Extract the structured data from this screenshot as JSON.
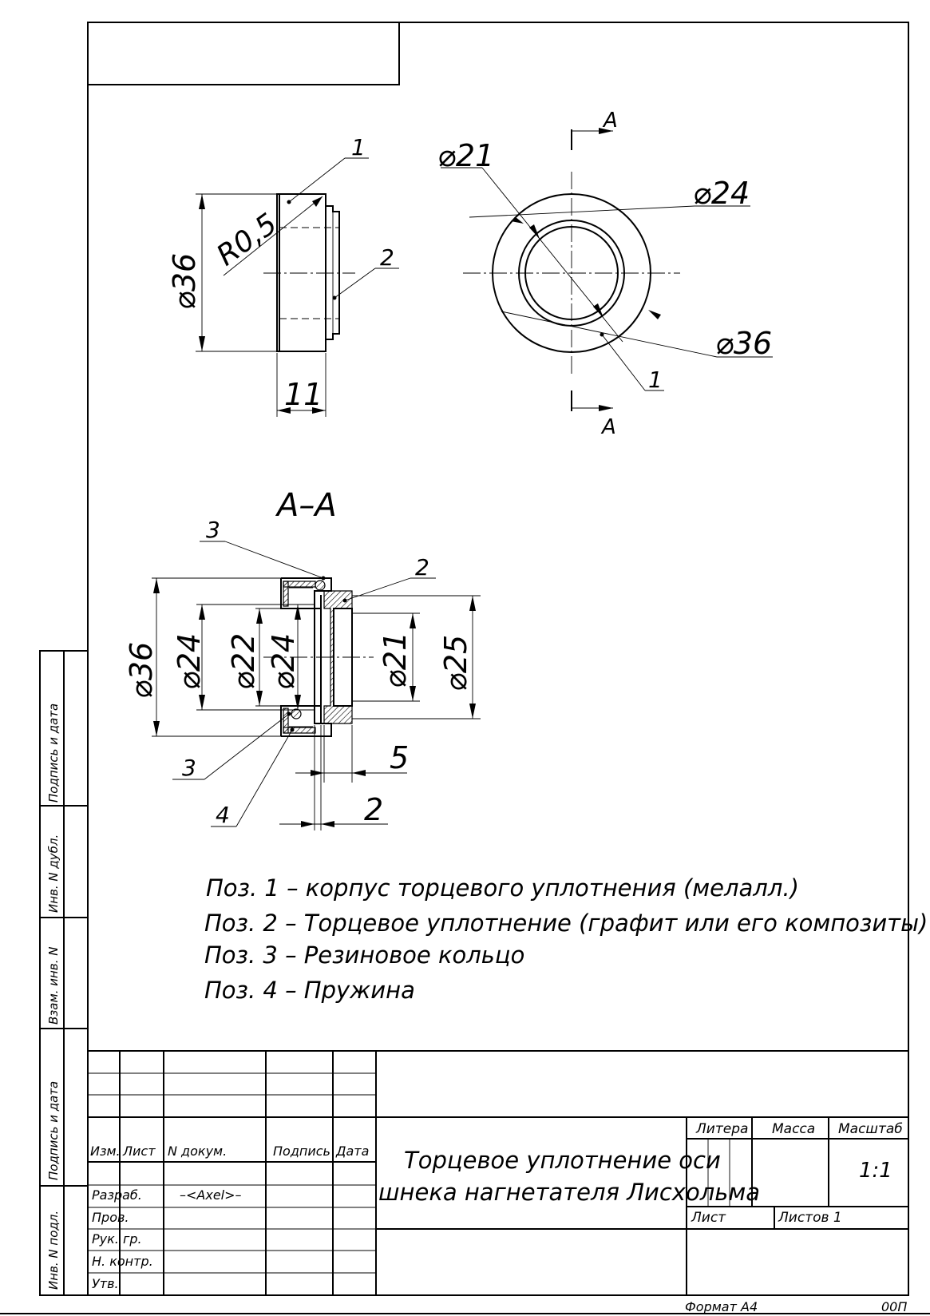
{
  "views": {
    "side": {
      "dim_diameter": "⌀36",
      "dim_radius": "R0,5",
      "dim_width": "11",
      "callout_1": "1",
      "callout_2": "2"
    },
    "front": {
      "section_mark_top": "A",
      "section_mark_bottom": "A",
      "dim_d21": "⌀21",
      "dim_d24": "⌀24",
      "dim_d36": "⌀36",
      "callout_1": "1"
    },
    "section": {
      "title": "A–A",
      "dim_d36": "⌀36",
      "dim_d24_outer": "⌀24",
      "dim_d22": "⌀22",
      "dim_d24_inner": "⌀24",
      "dim_d21": "⌀21",
      "dim_d25": "⌀25",
      "dim_5": "5",
      "dim_2": "2",
      "callout_3_top": "3",
      "callout_2": "2",
      "callout_3_bottom": "3",
      "callout_4": "4"
    }
  },
  "notes": [
    "Поз. 1 – корпус торцевого уплотнения (мелалл.)",
    "Поз. 2 – Торцевое уплотнение (графит или его композиты)",
    "Поз. 3 – Резиновое кольцо",
    "Поз. 4 – Пружина"
  ],
  "side_stamp": {
    "sign_date_1": "Подпись и дата",
    "inv_dubl": "Инв. N дубл.",
    "vzam_inv": "Взам. инв. N",
    "sign_date_2": "Подпись и дата",
    "inv_podl": "Инв. N подл."
  },
  "title_block": {
    "col_izm": "Изм.",
    "col_list": "Лист",
    "col_dokum": "N докум.",
    "col_podpis": "Подпись",
    "col_data": "Дата",
    "row_razrab": "Разраб.",
    "razrab_name": "–<Axel>–",
    "row_prov": "Пров.",
    "row_ruk": "Рук. гр.",
    "row_nkontr": "Н. контр.",
    "row_utv": "Утв.",
    "title_line1": "Торцевое уплотнение оси",
    "title_line2": "шнека нагнетателя Лисхольма",
    "hdr_litera": "Литера",
    "hdr_massa": "Масса",
    "hdr_masshtab": "Масштаб",
    "scale_value": "1:1",
    "lbl_list": "Лист",
    "lbl_listov": "Листов 1"
  },
  "footer": {
    "format": "Формат А4",
    "code": "00П"
  }
}
